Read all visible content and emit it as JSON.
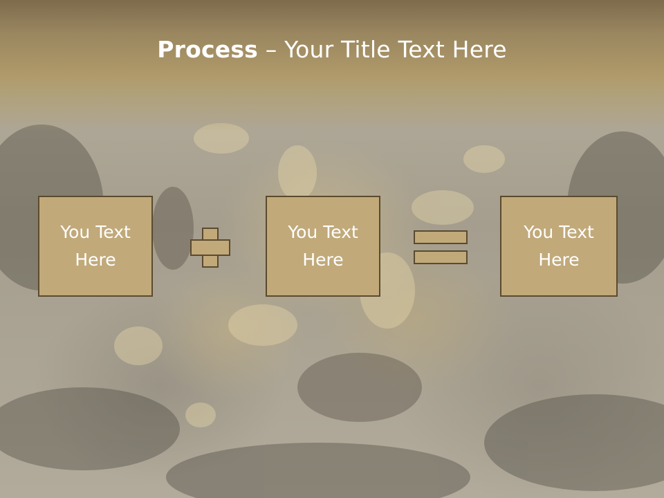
{
  "slide": {
    "title_bold": "Process",
    "title_rest": " – Your Title Text Here",
    "boxes": [
      {
        "label": "You Text Here"
      },
      {
        "label": "You Text Here"
      },
      {
        "label": "You Text Here"
      }
    ],
    "operators": [
      "plus-icon",
      "equals-icon"
    ],
    "colors": {
      "header": "#a48e62",
      "box_fill": "#c1a97a",
      "box_border": "#5a4a2e",
      "text": "#ffffff"
    }
  }
}
